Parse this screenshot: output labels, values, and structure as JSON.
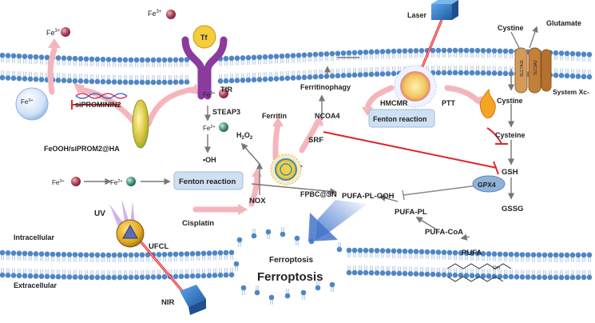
{
  "labels": {
    "fe3_top_left": "Fe",
    "fe3_top_left_sup": "3+",
    "fe3_top_center": "Fe",
    "fe3_top_center_sup": "3+",
    "tf": "Tf",
    "tfr": "TfR",
    "laser": "Laser",
    "cystine_top": "Cystine",
    "glutamate": "Glutamate",
    "slc7a11": "SLC7A11",
    "slc3a2": "SLC3A2",
    "system_xc": "System Xc-",
    "fe3_vesicle": "Fe",
    "fe3_vesicle_sup": "3+",
    "siprominin2": "siPROMININ2",
    "nanoparticle_ha": "FeOOH/siPROM2@HA",
    "fe3_mid": "Fe",
    "fe3_mid_sup": "3+",
    "steap3": "STEAP3",
    "fe2_mid": "Fe",
    "fe2_mid_sup": "2+",
    "oh_radical": "•OH",
    "h2o2": "H",
    "h2o2_sub": "2",
    "h2o2_tail": "O",
    "h2o2_sub2": "2",
    "fenton_center": "Fenton reaction",
    "ferritinophagy": "Ferritinophagy",
    "ferritin": "Ferritin",
    "ncoa4": "NCOA4",
    "srf": "SRF",
    "fpbc": "FPBC@SN",
    "hmcmr": "HMCMR",
    "ptt": "PTT",
    "fenton_right": "Fenton reaction",
    "cystine_right": "Cystine",
    "cysteine": "Cysteine",
    "gsh": "GSH",
    "gpx4": "GPX4",
    "gssg": "GSSG",
    "fe3_left": "Fe",
    "fe3_left_sup": "3+",
    "fe2_left": "Fe",
    "fe2_left_sup": "2+",
    "nox": "NOX",
    "pufa_pl_ooh": "PUFA-PL-OOH",
    "pufa_pl": "PUFA-PL",
    "pufa_coa": "PUFA-CoA",
    "pufa": "PUFA",
    "uv": "UV",
    "cisplatin": "Cisplatin",
    "ufcl": "UFCL",
    "intracellular": "Intracellular",
    "extracellular": "Extracellular",
    "ferroptosis": "Ferroptosis",
    "ferroptosis_ghost": "Ferroptosis",
    "nir": "NIR",
    "lipid_oh": "OH"
  },
  "colors": {
    "membrane_head": "#4f86c6",
    "membrane_tail": "#9bb7d8",
    "pink_arrow": "#f5b5bd",
    "inhibit_red": "#e0262b",
    "fenton_box": "#cfe0f3",
    "gpx4_fill": "#8fb2d9",
    "iron_red": "#b0475c",
    "iron_green": "#4e9a86",
    "big_arrow": "#4e7fd1"
  }
}
